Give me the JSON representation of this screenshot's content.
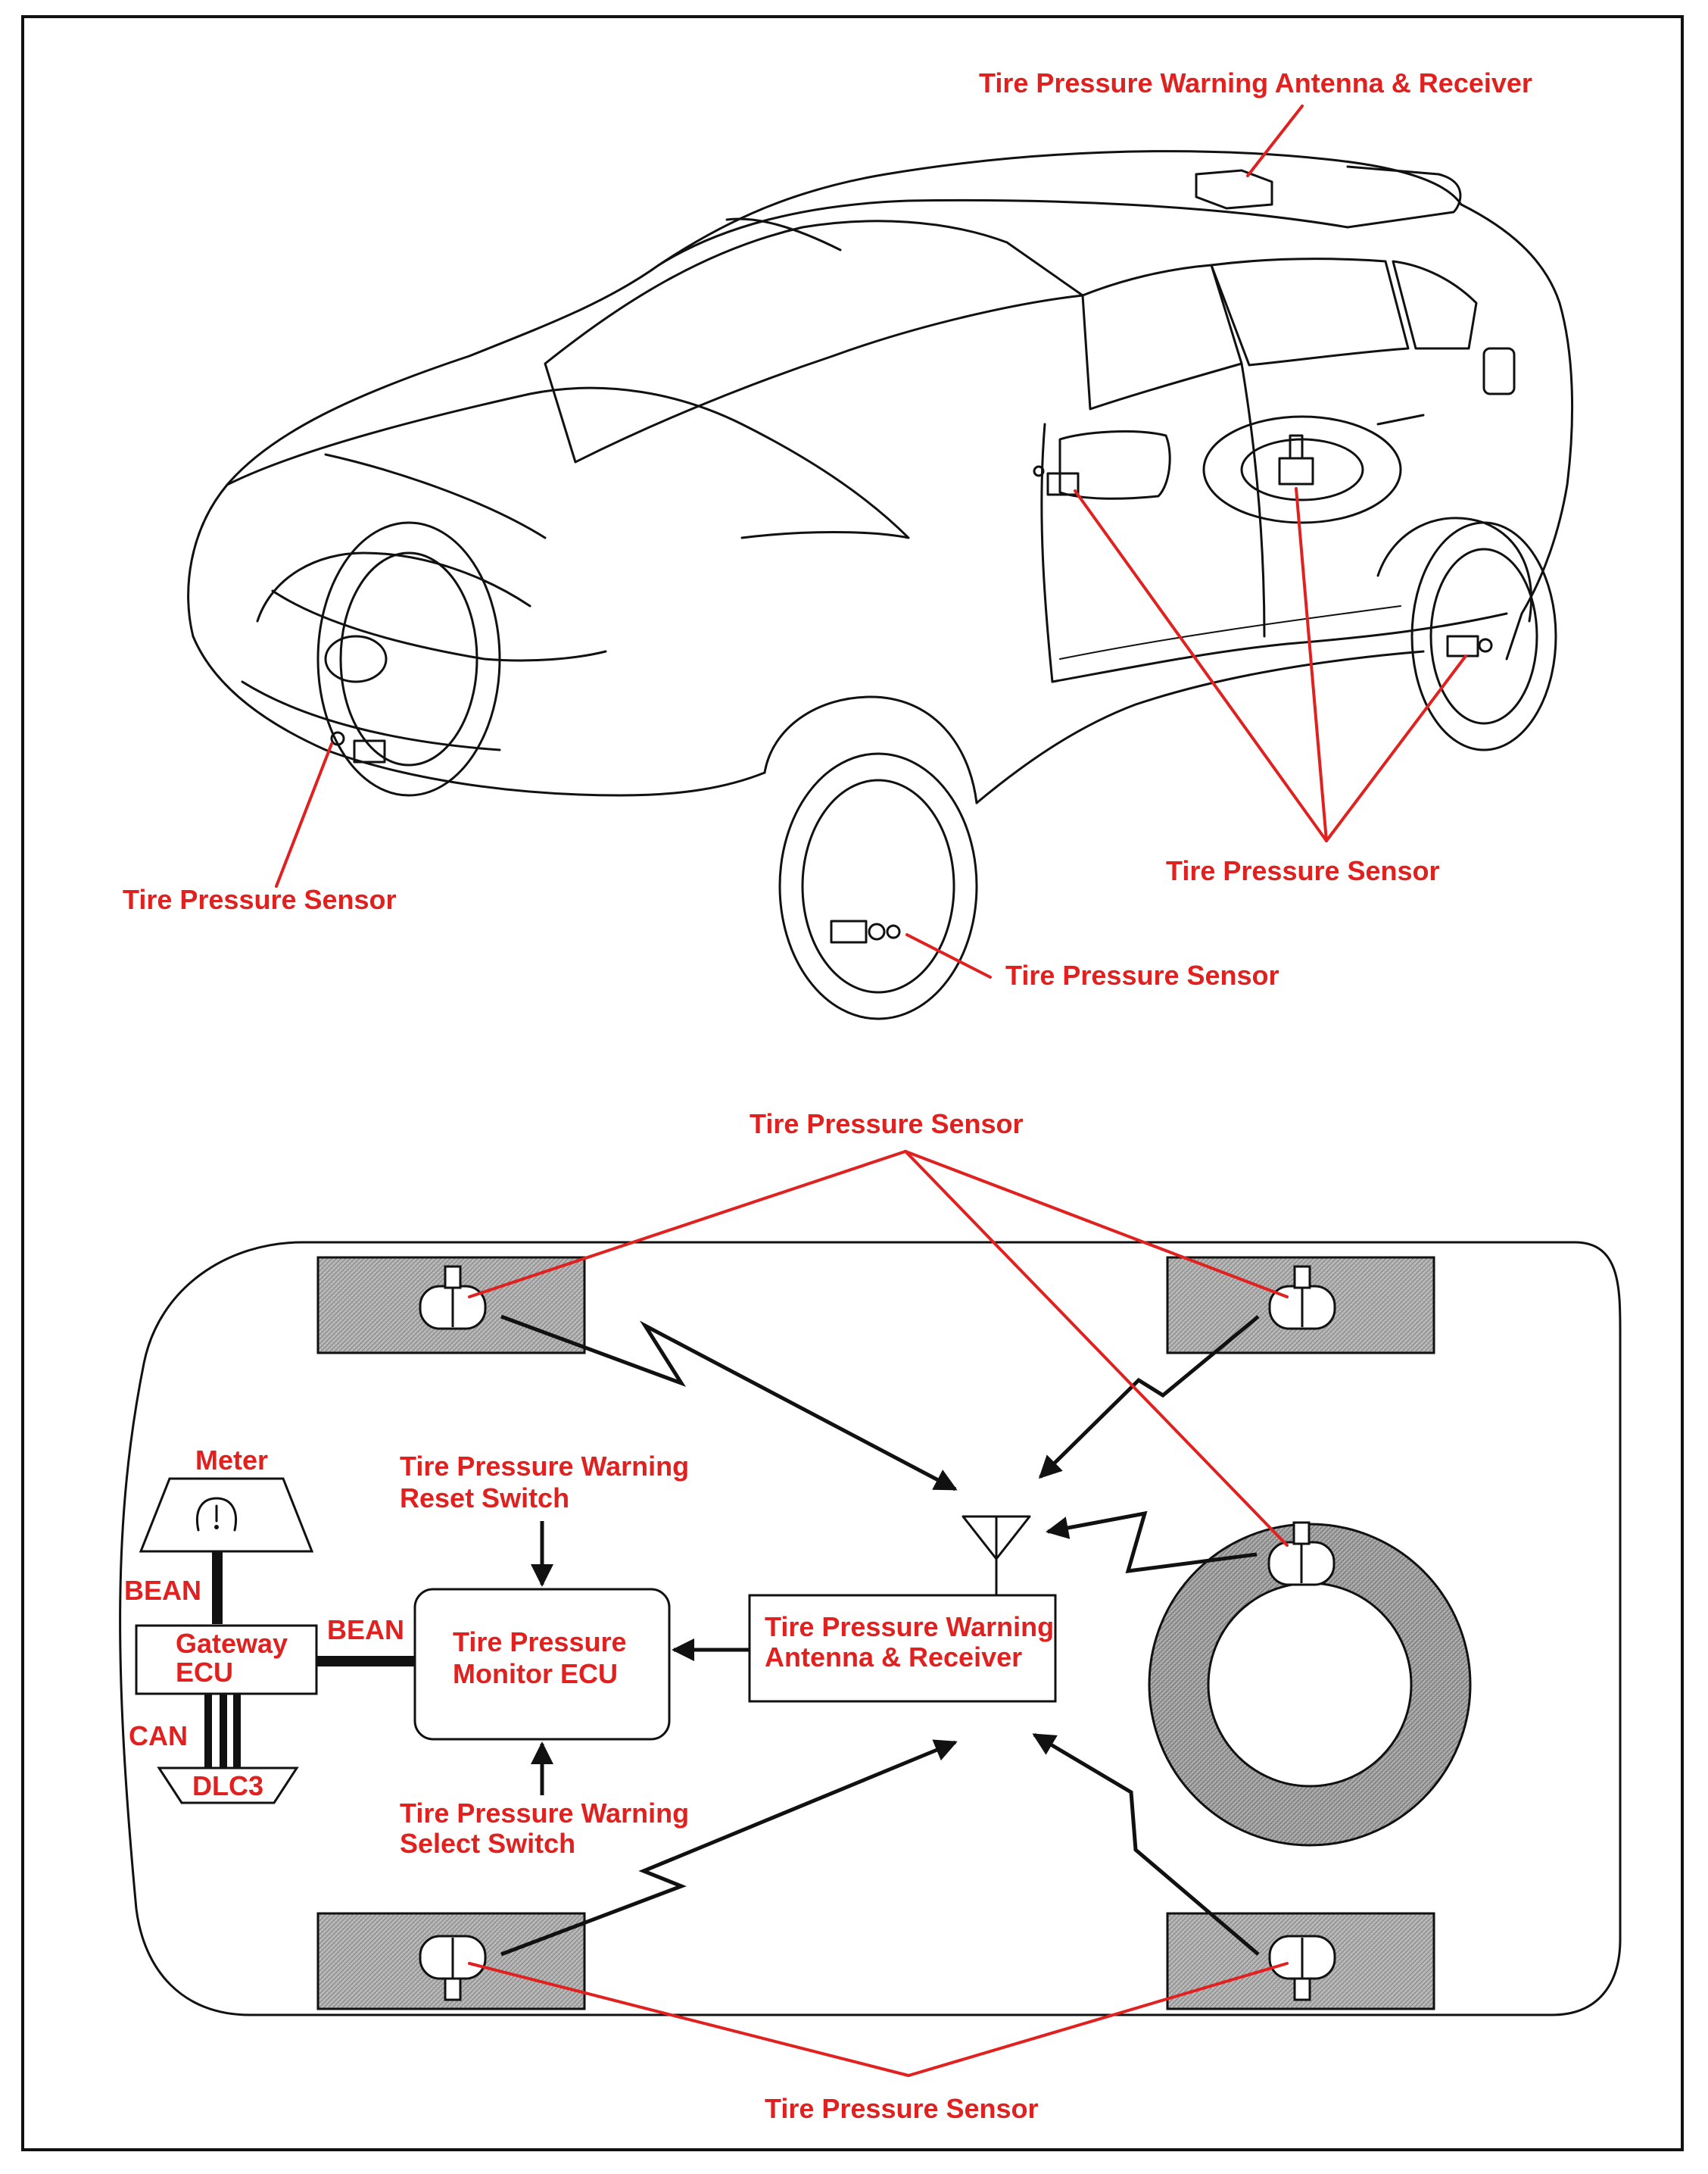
{
  "labels": {
    "antenna_top": "Tire Pressure Warning Antenna & Receiver",
    "sensor_front_left": "Tire Pressure Sensor",
    "sensor_front_right": "Tire Pressure Sensor",
    "sensor_rear_group": "Tire Pressure Sensor",
    "sensor_top_group": "Tire Pressure Sensor",
    "sensor_bottom_group": "Tire Pressure Sensor",
    "meter": "Meter",
    "reset_switch_line1": "Tire Pressure Warning",
    "reset_switch_line2": "Reset Switch",
    "select_switch_line1": "Tire Pressure Warning",
    "select_switch_line2": "Select Switch",
    "bean_left": "BEAN",
    "bean_right": "BEAN",
    "can": "CAN",
    "gateway_line1": "Gateway",
    "gateway_line2": "ECU",
    "dlc3": "DLC3",
    "monitor_line1": "Tire Pressure",
    "monitor_line2": "Monitor ECU",
    "receiver_line1": "Tire Pressure Warning",
    "receiver_line2": "Antenna & Receiver"
  },
  "colors": {
    "label_red": "#e0211f",
    "line_black": "#111111",
    "background": "#ffffff"
  }
}
